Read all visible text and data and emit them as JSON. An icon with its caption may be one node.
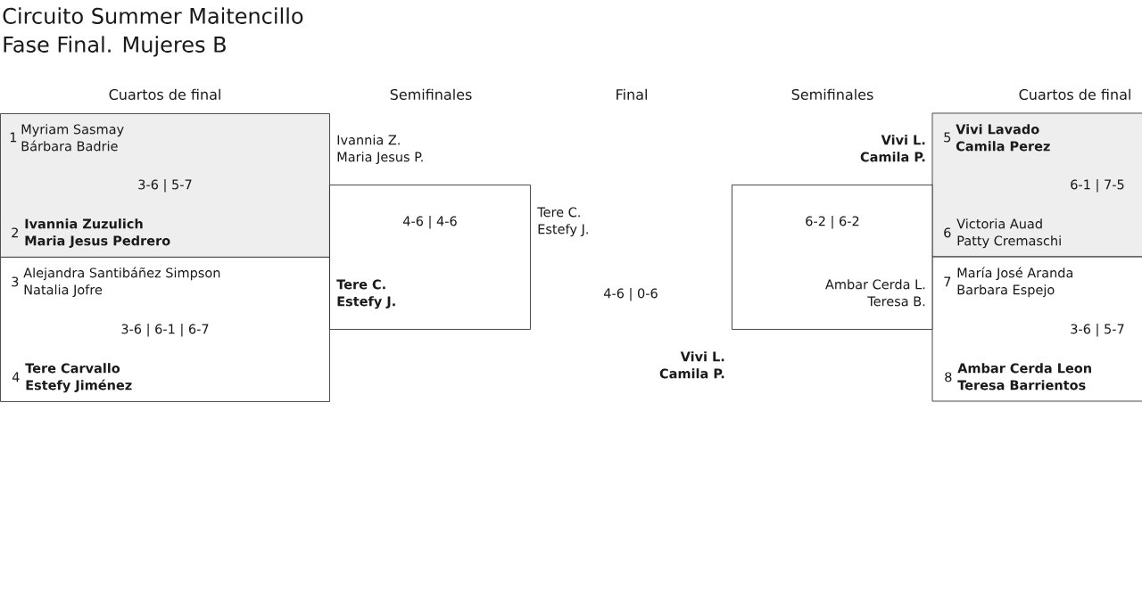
{
  "diagram": {
    "title": "Circuito Summer Maitencillo",
    "nodes": [
      {
        "text": [
          "1",
          "Myriam Sasmay",
          "Bárbara Badrie",
          "3-6 | 5-7",
          "2",
          "Ivannia Zuzulich",
          "Maria Jesus Pedrero"
        ]
      },
      {
        "text": [
          "3",
          "Alejandra Santibáñez Simpson",
          "Natalia Jofre",
          "3-6 | 6-1 | 6-7",
          "4",
          "Tere Carvallo",
          "Estefy Jiménez"
        ]
      },
      {
        "text": [
          "Ivannia Z.",
          "Maria Jesus P.",
          "4-6 | 4-6",
          "Tere C.",
          "Estefy J."
        ]
      },
      {
        "text": [
          "Vivi L.",
          "Camila P.",
          "6-2 | 6-2",
          "Ambar Cerda L.",
          "Teresa B."
        ]
      },
      {
        "text": [
          "5",
          "Vivi Lavado",
          "Camila Perez",
          "6-1 | 7-5",
          "6",
          "Victoria Auad",
          "Patty Cremaschi"
        ]
      },
      {
        "text": [
          "7",
          "María José Aranda",
          "Barbara Espejo",
          "3-6 | 5-7",
          "8",
          "Ambar Cerda Leon",
          "Teresa Barrientos"
        ]
      }
    ],
    "labels": [
      "Fase Final. Mujeres B",
      "Cuartos de final",
      "Semifinales",
      "Final",
      "Semifinales",
      "Cuartos de final",
      "Tere C.",
      "Estefy J.",
      "4-6 | 0-6",
      "Vivi L.",
      "Camila P."
    ]
  }
}
